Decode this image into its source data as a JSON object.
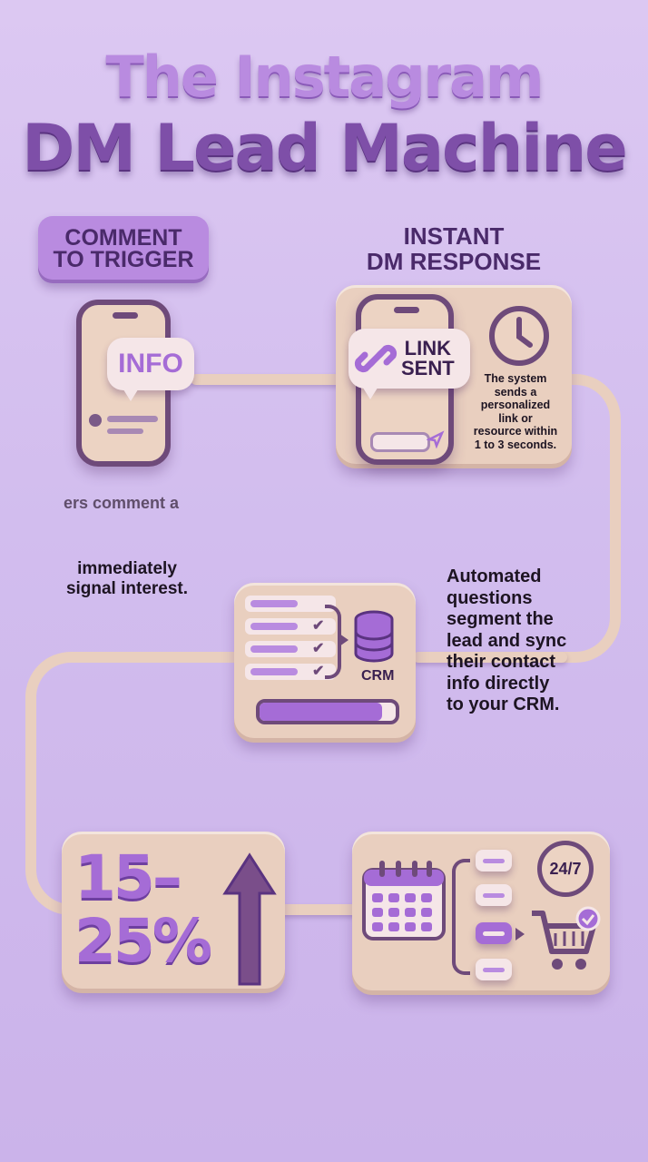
{
  "title": {
    "line1": "The Instagram",
    "line2": "DM Lead Machine"
  },
  "step1": {
    "label_line1": "COMMENT",
    "label_line2": "TO TRIGGER",
    "bubble": "INFO",
    "caption_fragment": "ers comment a",
    "caption_line1": "immediately",
    "caption_line2": "signal interest."
  },
  "step2": {
    "heading_line1": "INSTANT",
    "heading_line2": "DM RESPONSE",
    "bubble_line1": "LINK",
    "bubble_line2": "SENT",
    "desc": [
      "The system",
      "sends a",
      "personalized",
      "link or",
      "resource within",
      "1 to 3 seconds."
    ]
  },
  "step3": {
    "crm": "CRM",
    "desc": [
      "Automated",
      "questions",
      "segment the",
      "lead and sync",
      "their contact",
      "info directly",
      "to your CRM."
    ]
  },
  "step4": {
    "stat_line1": "15–",
    "stat_line2": "25%"
  },
  "step5": {
    "badge": "24/7"
  },
  "colors": {
    "background": "#d6c2f0",
    "clay": "#e9cfbf",
    "purple": "#a56cd6",
    "dark_purple": "#5a3380"
  }
}
